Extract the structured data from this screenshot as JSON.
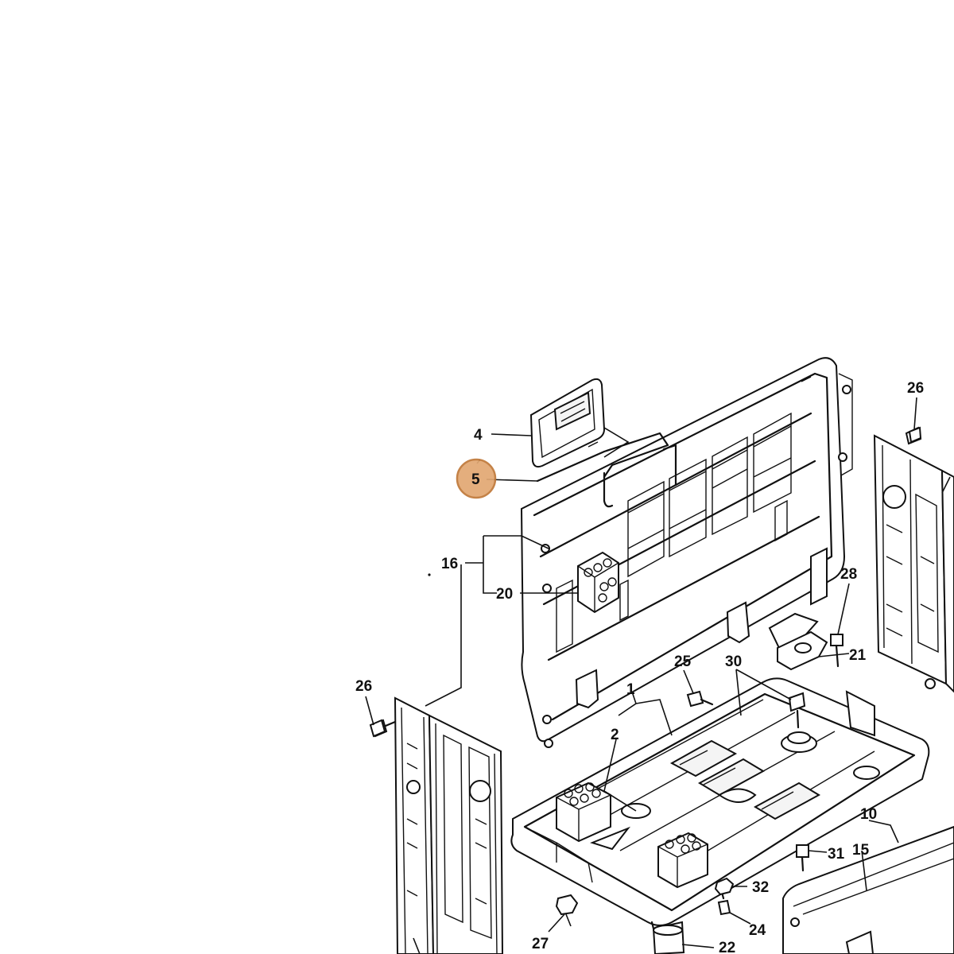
{
  "diagram": {
    "callouts": [
      {
        "id": "c4",
        "label": "4"
      },
      {
        "id": "c5",
        "label": "5",
        "highlighted": true
      },
      {
        "id": "c16",
        "label": "16"
      },
      {
        "id": "c20",
        "label": "20"
      },
      {
        "id": "c26a",
        "label": "26"
      },
      {
        "id": "c26b",
        "label": "26"
      },
      {
        "id": "c28",
        "label": "28"
      },
      {
        "id": "c21",
        "label": "21"
      },
      {
        "id": "c25",
        "label": "25"
      },
      {
        "id": "c30",
        "label": "30"
      },
      {
        "id": "c1",
        "label": "1"
      },
      {
        "id": "c2",
        "label": "2"
      },
      {
        "id": "c10",
        "label": "10"
      },
      {
        "id": "c15",
        "label": "15"
      },
      {
        "id": "c31",
        "label": "31"
      },
      {
        "id": "c32",
        "label": "32"
      },
      {
        "id": "c24",
        "label": "24"
      },
      {
        "id": "c27",
        "label": "27"
      },
      {
        "id": "c22",
        "label": "22"
      }
    ],
    "colors": {
      "line": "#111111",
      "background": "#ffffff",
      "highlight_fill": "#e2a873",
      "highlight_stroke": "#c07838"
    }
  }
}
